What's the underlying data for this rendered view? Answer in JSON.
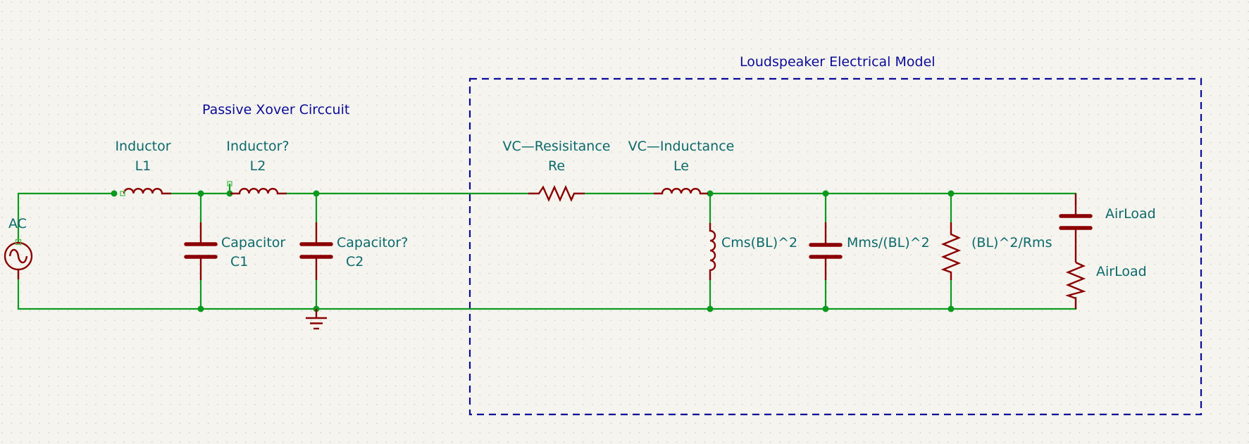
{
  "app": "KiCad Schematic Editor",
  "notes": {
    "xover_title": "Passive Xover Circcuit",
    "speaker_title": "Loudspeaker Electrical Model"
  },
  "components": {
    "source": {
      "value": "AC",
      "type": "ac-voltage-source"
    },
    "L1": {
      "value": "Inductor",
      "ref": "L1",
      "type": "inductor"
    },
    "L2": {
      "value": "Inductor?",
      "ref": "L2",
      "type": "inductor"
    },
    "C1": {
      "value": "Capacitor",
      "ref": "C1",
      "type": "capacitor"
    },
    "C2": {
      "value": "Capacitor?",
      "ref": "C2",
      "type": "capacitor"
    },
    "Re": {
      "value": "VC—Resisitance",
      "ref": "Re",
      "type": "resistor"
    },
    "Le": {
      "value": "VC—Inductance",
      "ref": "Le",
      "type": "inductor"
    },
    "Cms": {
      "value": "Cms(BL)^2",
      "type": "inductor"
    },
    "Mms": {
      "value": "Mms/(BL)^2",
      "type": "capacitor"
    },
    "Rms": {
      "value": "(BL)^2/Rms",
      "type": "resistor"
    },
    "AirLoadC": {
      "value": "AirLoad",
      "type": "capacitor"
    },
    "AirLoadR": {
      "value": "AirLoad",
      "type": "resistor"
    },
    "ground": {
      "type": "ground"
    }
  },
  "colors": {
    "background": "#f5f4ef",
    "wire": "#0b9a1e",
    "component": "#8b0000",
    "label": "#0b6a6a",
    "note": "#0b0b9a"
  }
}
